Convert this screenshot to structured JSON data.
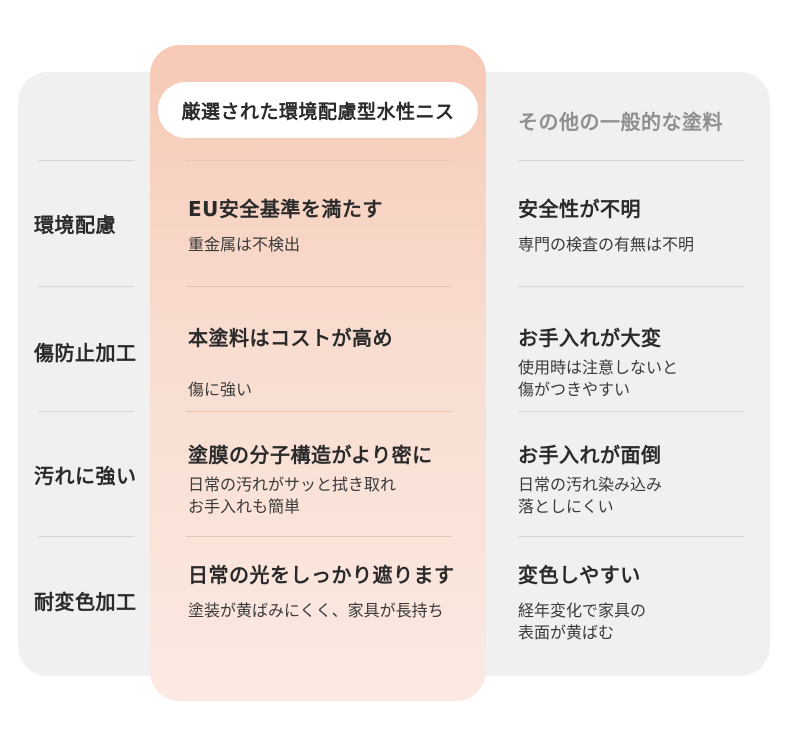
{
  "header": {
    "featured": "厳選された環境配慮型水性ニス",
    "other": "その他の一般的な塗料"
  },
  "rows": [
    {
      "label": "環境配慮",
      "featured": {
        "title": "EU安全基準を満たす",
        "desc": "重金属は不検出"
      },
      "other": {
        "title": "安全性が不明",
        "desc": "専門の検査の有無は不明"
      }
    },
    {
      "label": "傷防止加工",
      "featured": {
        "title": "本塗料はコストが高め",
        "desc": "傷に強い"
      },
      "other": {
        "title": "お手入れが大変",
        "desc": "使用時は注意しないと\n傷がつきやすい"
      }
    },
    {
      "label": "汚れに強い",
      "featured": {
        "title": "塗膜の分子構造がより密に",
        "desc": "日常の汚れがサッと拭き取れ\nお手入れも簡単"
      },
      "other": {
        "title": "お手入れが面倒",
        "desc": "日常の汚れ染み込み\n落としにくい"
      }
    },
    {
      "label": "耐変色加工",
      "featured": {
        "title": "日常の光をしっかり遮ります",
        "desc": "塗装が黄ばみにくく、家具が長持ち"
      },
      "other": {
        "title": "変色しやすい",
        "desc": "経年変化で家具の\n表面が黄ばむ"
      }
    }
  ],
  "colors": {
    "panel": "#f0f0f0",
    "featured_gradient_top": "#f6c9b5",
    "featured_gradient_bottom": "#fbe9e2",
    "other_header_text": "#8f8f8f"
  }
}
